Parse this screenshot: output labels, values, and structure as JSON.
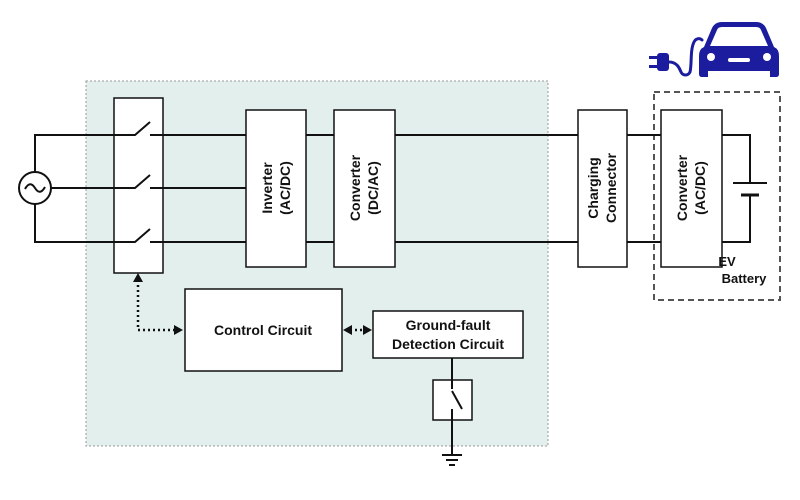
{
  "diagram": {
    "blocks": {
      "inverter": {
        "line1": "Inverter",
        "line2": "(AC/DC)"
      },
      "converter_dc_ac": {
        "line1": "Converter",
        "line2": "(DC/AC)"
      },
      "charging_connector": {
        "line1": "Charging",
        "line2": "Connector"
      },
      "converter_ac_dc": {
        "line1": "Converter",
        "line2": "(AC/DC)"
      },
      "control_circuit": {
        "label": "Control Circuit"
      },
      "ground_fault": {
        "line1": "Ground-fault",
        "line2": "Detection Circuit"
      }
    },
    "ev_battery": {
      "line1": "EV",
      "line2": "Battery"
    },
    "icons": [
      "ac-source-icon",
      "switch-icon",
      "battery-icon",
      "ground-icon",
      "ev-car-icon",
      "ev-plug-icon"
    ],
    "colors": {
      "system_background": "#e3efec",
      "ev_icon": "#1b1d9e",
      "lines": "#111111",
      "dashed_border": "#555555"
    }
  }
}
